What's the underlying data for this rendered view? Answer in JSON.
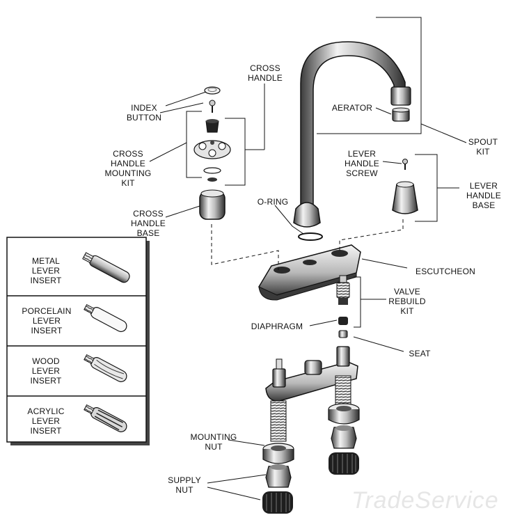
{
  "labels": {
    "cross_handle": "CROSS\nHANDLE",
    "index_button": "INDEX\nBUTTON",
    "cross_handle_mounting_kit": "CROSS\nHANDLE\nMOUNTING\nKIT",
    "cross_handle_base": "CROSS\nHANDLE\nBASE",
    "aerator": "AERATOR",
    "spout_kit": "SPOUT\nKIT",
    "lever_handle_screw": "LEVER\nHANDLE\nSCREW",
    "lever_handle_base": "LEVER\nHANDLE\nBASE",
    "o_ring": "O-RING",
    "escutcheon": "ESCUTCHEON",
    "valve_rebuild_kit": "VALVE\nREBUILD\nKIT",
    "diaphragm": "DIAPHRAGM",
    "seat": "SEAT",
    "mounting_nut": "MOUNTING\nNUT",
    "supply_nut": "SUPPLY\nNUT"
  },
  "inserts": [
    {
      "label": "METAL\nLEVER\nINSERT"
    },
    {
      "label": "PORCELAIN\nLEVER\nINSERT"
    },
    {
      "label": "WOOD\nLEVER\nINSERT"
    },
    {
      "label": "ACRYLIC\nLEVER\nINSERT"
    }
  ],
  "watermark": "TradeService",
  "colors": {
    "ink": "#111111",
    "metal_light": "#f4f4f4",
    "metal_mid": "#bdbdbd",
    "metal_dark": "#4a4a4a"
  }
}
